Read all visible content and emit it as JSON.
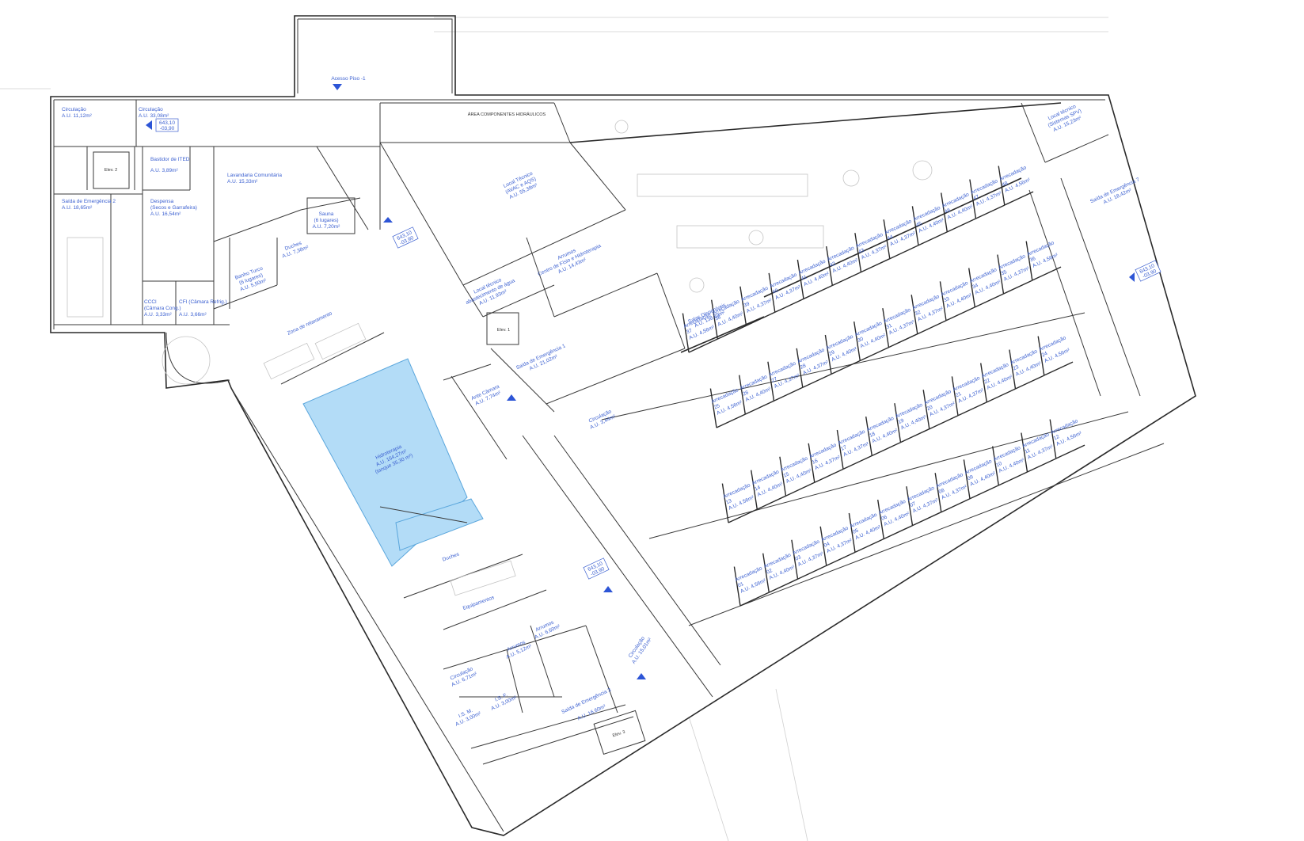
{
  "labels": {
    "acesso_piso": "Acesso Piso -1",
    "area_componentes": "ÁREA COMPONENTES HIDRÁULICOS",
    "circulacao_a": {
      "name": "Circulação",
      "area": "A.U. 11,12m²"
    },
    "circulacao_b": {
      "name": "Circulação",
      "area": "A.U. 33,08m²"
    },
    "level_tag_a": {
      "top": "643,10",
      "bottom": "-03,90"
    },
    "elev2": "Elev. 2",
    "bastidor": {
      "name": "Bastidor de ITED",
      "area": "A.U. 3,89m²"
    },
    "lavandaria": {
      "name": "Lavandaria Comunitária",
      "area": "A.U. 15,33m²"
    },
    "saida_emergencia2": {
      "name": "Saída de Emergência 2",
      "area": "A.U. 18,65m²"
    },
    "despensa": {
      "name": "Despensa",
      "sub": "(Secos e Garrafeira)",
      "area": "A.U. 16,54m²"
    },
    "sauna": {
      "name": "Sauna",
      "sub": "(6 lugares)",
      "area": "A.U. 7,20m²"
    },
    "duches_a": {
      "name": "Duches",
      "area": "A.U. 7,38m²"
    },
    "banho_turco": {
      "name": "Banho Turco",
      "sub": "(6 lugares)",
      "area": "A.U. 5,50m²"
    },
    "level_tag_b": {
      "top": "643,10",
      "bottom": "-03,90"
    },
    "ccc": {
      "name": "CCCl",
      "sub": "(Câmara Cong.)",
      "area": "A.U. 3,33m²"
    },
    "cfi": {
      "name": "CFI (Câmara Refrig.)",
      "area": "A.U. 3,66m²"
    },
    "zona_relaxamento": "Zona de relaxamento",
    "local_tecnico_a": {
      "name": "Local Técnico",
      "sub": "(AVAC e AQS)",
      "area": "A.U. 55,38m²"
    },
    "local_tecnico_agua": {
      "name": "Local técnico",
      "sub": "abastecimento de água",
      "area": "A.U. 11,93m²"
    },
    "arrumos_a": {
      "name": "Arrumos",
      "sub": "Centro de Físio e Hidroterapia",
      "area": "A.U. 14,43m²"
    },
    "elev1": "Elev. 1",
    "saida_emergencia1": {
      "name": "Saída de Emergência 1",
      "area": "A.U. 21,02m²"
    },
    "antecamara": {
      "name": "Ante Câmara",
      "area": "A.U. 7,74m²"
    },
    "salas_dispo": {
      "name": "Salas Disponíveis",
      "area": "A.U. 138,89m²"
    },
    "local_tecnico_b": {
      "name": "Local técnico",
      "sub": "(Sistemas SPV)",
      "area": "A.U. 15,23m²"
    },
    "saida_emergencia7": {
      "name": "Saída de Emergência 7",
      "area": "A.U. 18,42m²"
    },
    "level_tag_c": {
      "top": "643,10",
      "bottom": "-03,90"
    },
    "circulacao_c": {
      "name": "Circulação",
      "area": "A.U. 3,44m²"
    },
    "hidroterapia": {
      "name": "Hidroterapia",
      "area": "A.U. 164,27m²",
      "sub": "(tanque 35,30 m²)"
    },
    "duches_b": "Duches",
    "equipamentos": "Equipamentos",
    "level_tag_d": {
      "top": "643,10",
      "bottom": "-03,90"
    },
    "arrumos_b": {
      "name": "Arrumos",
      "area": "A.U. 6,60m²"
    },
    "arrumos_c": {
      "name": "Arrumos",
      "area": "A.U. 5,12m²"
    },
    "circulacao_d": {
      "name": "Circulação",
      "area": "A.U. 6,71m²"
    },
    "circulacao_e": {
      "name": "Circulação",
      "area": "A.U. 15,01m²"
    },
    "is_m": {
      "name": "I.S. M.",
      "area": "A.U. 3,00m²"
    },
    "is_f": {
      "name": "I.S. F.",
      "area": "A.U. 3,00m²"
    },
    "saida_emergencia3": {
      "name": "Saída de Emergência 3",
      "area": "A.U. 16,60m²"
    },
    "elev3": "Elev. 3"
  },
  "storage_units": {
    "name": "Arrecadação",
    "rows": [
      [
        {
          "n": "48",
          "a": "A.U. 4,56m²"
        },
        {
          "n": "47",
          "a": "A.U. 4,37m²"
        },
        {
          "n": "46",
          "a": "A.U. 4,40m²"
        },
        {
          "n": "45",
          "a": "A.U. 4,40m²"
        },
        {
          "n": "44",
          "a": "A.U. 4,37m²"
        },
        {
          "n": "43",
          "a": "A.U. 4,37m²"
        },
        {
          "n": "42",
          "a": "A.U. 4,40m²"
        },
        {
          "n": "41",
          "a": "A.U. 4,40m²"
        },
        {
          "n": "40",
          "a": "A.U. 4,37m²"
        },
        {
          "n": "39",
          "a": "A.U. 4,37m²"
        },
        {
          "n": "38",
          "a": "A.U. 4,40m²"
        },
        {
          "n": "37",
          "a": "A.U. 4,56m²"
        }
      ],
      [
        {
          "n": "36",
          "a": "A.U. 4,56m²"
        },
        {
          "n": "35",
          "a": "A.U. 4,37m²"
        },
        {
          "n": "34",
          "a": "A.U. 4,40m²"
        },
        {
          "n": "33",
          "a": "A.U. 4,40m²"
        },
        {
          "n": "32",
          "a": "A.U. 4,37m²"
        },
        {
          "n": "31",
          "a": "A.U. 4,37m²"
        },
        {
          "n": "30",
          "a": "A.U. 4,40m²"
        },
        {
          "n": "29",
          "a": "A.U. 4,40m²"
        },
        {
          "n": "28",
          "a": "A.U. 4,37m²"
        },
        {
          "n": "27",
          "a": "A.U. 4,37m²"
        },
        {
          "n": "26",
          "a": "A.U. 4,40m²"
        },
        {
          "n": "25",
          "a": "A.U. 4,56m²"
        }
      ],
      [
        {
          "n": "24",
          "a": "A.U. 4,56m²"
        },
        {
          "n": "23",
          "a": "A.U. 4,40m²"
        },
        {
          "n": "22",
          "a": "A.U. 4,40m²"
        },
        {
          "n": "21",
          "a": "A.U. 4,37m²"
        },
        {
          "n": "20",
          "a": "A.U. 4,37m²"
        },
        {
          "n": "19",
          "a": "A.U. 4,40m²"
        },
        {
          "n": "18",
          "a": "A.U. 4,40m²"
        },
        {
          "n": "17",
          "a": "A.U. 4,37m²"
        },
        {
          "n": "16",
          "a": "A.U. 4,37m²"
        },
        {
          "n": "15",
          "a": "A.U. 4,40m²"
        },
        {
          "n": "14",
          "a": "A.U. 4,40m²"
        },
        {
          "n": "13",
          "a": "A.U. 4,56m²"
        }
      ],
      [
        {
          "n": "12",
          "a": "A.U. 4,56m²"
        },
        {
          "n": "11",
          "a": "A.U. 4,37m²"
        },
        {
          "n": "10",
          "a": "A.U. 4,40m²"
        },
        {
          "n": "09",
          "a": "A.U. 4,40m²"
        },
        {
          "n": "08",
          "a": "A.U. 4,37m²"
        },
        {
          "n": "07",
          "a": "A.U. 4,37m²"
        },
        {
          "n": "06",
          "a": "A.U. 4,40m²"
        },
        {
          "n": "05",
          "a": "A.U. 4,40m²"
        },
        {
          "n": "04",
          "a": "A.U. 4,37m²"
        },
        {
          "n": "03",
          "a": "A.U. 4,37m²"
        },
        {
          "n": "02",
          "a": "A.U. 4,40m²"
        },
        {
          "n": "01",
          "a": "A.U. 4,56m²"
        }
      ]
    ]
  },
  "colors": {
    "label": "#3a5fd0",
    "pool": "#b3dcf7",
    "wall": "#2a2a2a",
    "arrow": "#2d55d6"
  }
}
